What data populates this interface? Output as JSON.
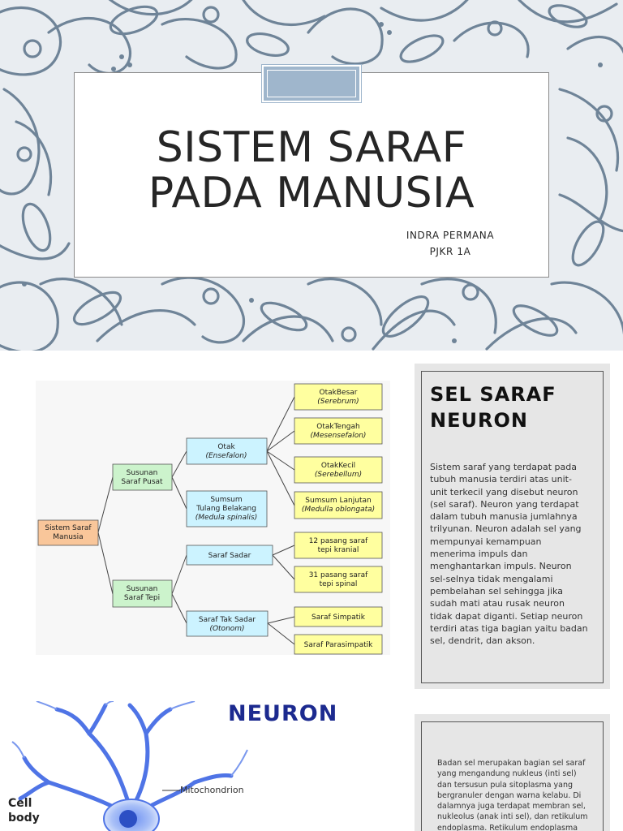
{
  "slide1": {
    "title_line1": "SISTEM SARAF",
    "title_line2": "PADA MANUSIA",
    "author_line1": "INDRA PERMANA",
    "author_line2": "PJKR 1A"
  },
  "diagram": {
    "root": {
      "line1": "Sistem Saraf",
      "line2": "Manusia"
    },
    "pusat": {
      "line1": "Susunan",
      "line2": "Saraf Pusat"
    },
    "tepi": {
      "line1": "Susunan",
      "line2": "Saraf Tepi"
    },
    "otak": {
      "line1": "Otak",
      "line2": "(Ensefalon)"
    },
    "sumsum": {
      "line1": "Sumsum",
      "line2": "Tulang Belakang",
      "line3": "(Medula spinalis)"
    },
    "sadar": {
      "line1": "Saraf Sadar"
    },
    "taksadar": {
      "line1": "Saraf Tak Sadar",
      "line2": "(Otonom)"
    },
    "besar": {
      "line1": "OtakBesar",
      "line2": "(Serebrum)"
    },
    "tengah": {
      "line1": "OtakTengah",
      "line2": "(Mesensefalon)"
    },
    "kecil": {
      "line1": "OtakKecil",
      "line2": "(Serebellum)"
    },
    "lanjutan": {
      "line1": "Sumsum Lanjutan",
      "line2": "(Medulla oblongata)"
    },
    "kranial": {
      "line1": "12 pasang saraf",
      "line2": "tepi kranial"
    },
    "spinal": {
      "line1": "31 pasang saraf",
      "line2": "tepi spinal"
    },
    "simpatik": {
      "line1": "Saraf Simpatik"
    },
    "parasimpatik": {
      "line1": "Saraf Parasimpatik"
    },
    "colors": {
      "root": "#f9c69a",
      "level1": "#ccf3cc",
      "level2": "#ccf3ff",
      "level3": "#ffff9f"
    }
  },
  "panel1": {
    "title": "SEL SARAF NEURON",
    "body": "Sistem saraf yang terdapat pada tubuh manusia terdiri atas unit-unit terkecil yang disebut neuron (sel saraf). Neuron yang terdapat dalam tubuh manusia jumlahnya trilyunan. Neuron adalah sel yang mempunyai kemampuan menerima impuls dan menghantarkan impuls. Neuron sel-selnya tidak mengalami pembelahan sel sehingga jika sudah mati atau rusak neuron tidak dapat diganti. Setiap neuron terdiri atas tiga bagian yaitu badan sel, dendrit, dan akson."
  },
  "slide3": {
    "image_title": "NEURON",
    "label_mito": "Mitochondrion",
    "label_cell": "Cell",
    "label_body": "body",
    "panel2_body": "Badan sel merupakan bagian sel saraf yang mengandung nukleus (inti sel) dan tersusun pula sitoplasma yang bergranuler dengan warna kelabu. Di dalamnya juga terdapat membran sel, nukleolus (anak inti sel), dan retikulum endoplasma. Retikulum endoplasma"
  }
}
